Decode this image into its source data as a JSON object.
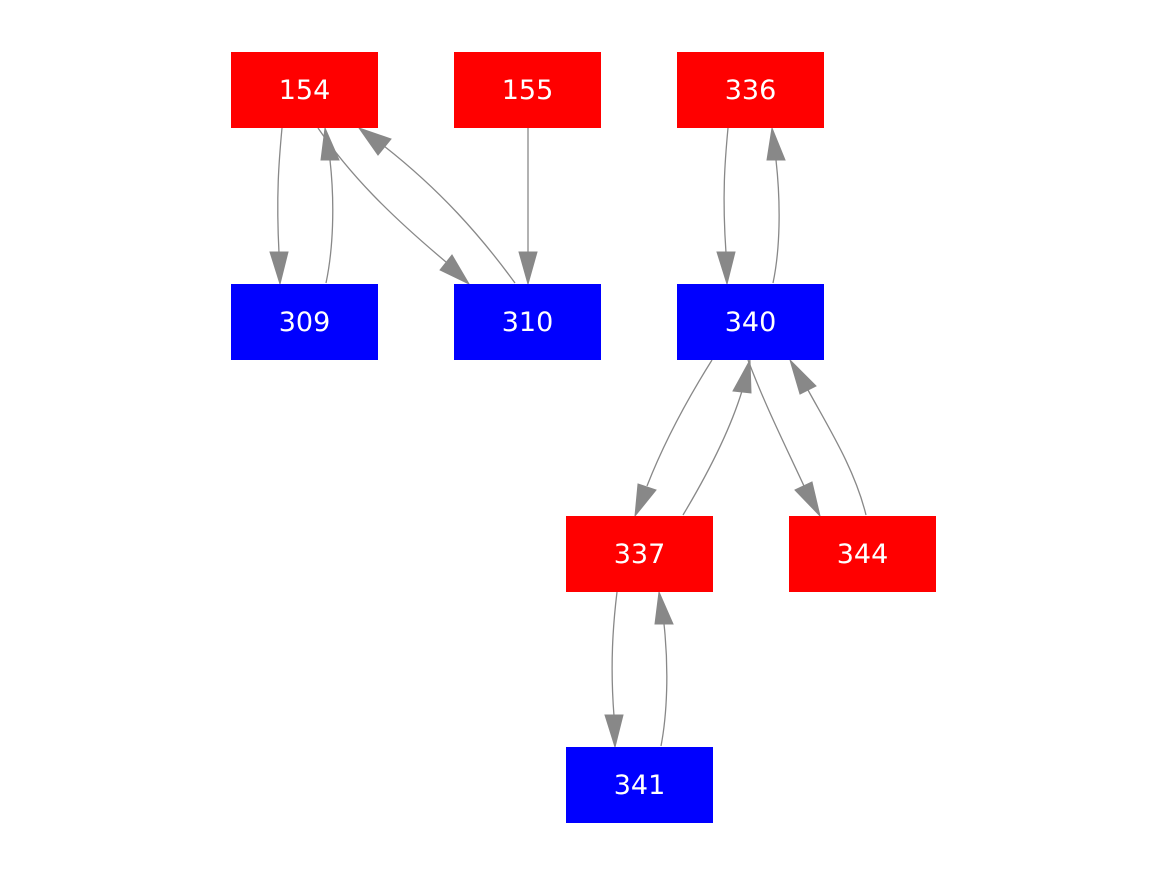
{
  "colors": {
    "red_node": "#ff0000",
    "blue_node": "#0000ff",
    "edge": "#888888",
    "label": "#ffffff",
    "background": "#ffffff"
  },
  "nodes": [
    {
      "id": "154",
      "label": "154",
      "color": "red"
    },
    {
      "id": "155",
      "label": "155",
      "color": "red"
    },
    {
      "id": "336",
      "label": "336",
      "color": "red"
    },
    {
      "id": "309",
      "label": "309",
      "color": "blue"
    },
    {
      "id": "310",
      "label": "310",
      "color": "blue"
    },
    {
      "id": "340",
      "label": "340",
      "color": "blue"
    },
    {
      "id": "337",
      "label": "337",
      "color": "red"
    },
    {
      "id": "344",
      "label": "344",
      "color": "red"
    },
    {
      "id": "341",
      "label": "341",
      "color": "blue"
    }
  ],
  "edges": [
    {
      "from": "154",
      "to": "309"
    },
    {
      "from": "309",
      "to": "154"
    },
    {
      "from": "154",
      "to": "310"
    },
    {
      "from": "310",
      "to": "154"
    },
    {
      "from": "155",
      "to": "310"
    },
    {
      "from": "336",
      "to": "340"
    },
    {
      "from": "340",
      "to": "336"
    },
    {
      "from": "340",
      "to": "337"
    },
    {
      "from": "337",
      "to": "340"
    },
    {
      "from": "340",
      "to": "344"
    },
    {
      "from": "344",
      "to": "340"
    },
    {
      "from": "337",
      "to": "341"
    },
    {
      "from": "341",
      "to": "337"
    }
  ]
}
